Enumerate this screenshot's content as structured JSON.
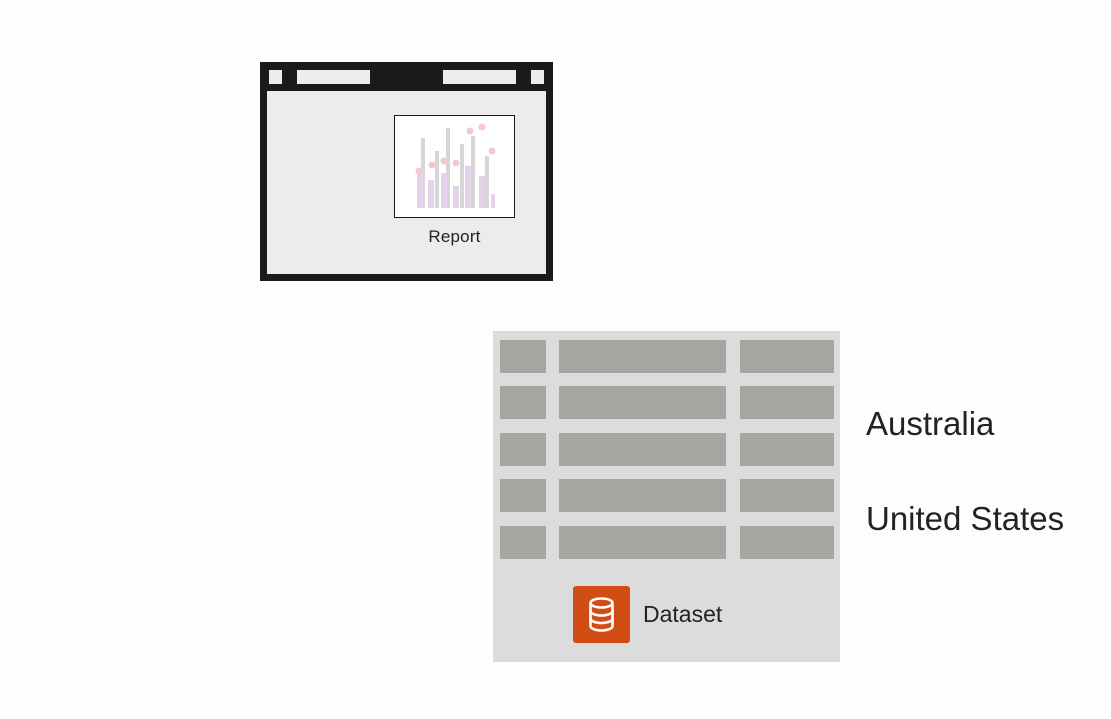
{
  "report": {
    "label": "Report"
  },
  "dataset": {
    "label": "Dataset",
    "icon": "database-icon",
    "rows": 5,
    "columns": 3
  },
  "countries": [
    "Australia",
    "United States"
  ],
  "colors": {
    "window_frame": "#1a1a1a",
    "window_body": "#ececec",
    "panel_background": "#dcdcdc",
    "data_cell": "#a6a59f",
    "dataset_icon": "#d24d14",
    "chart_bars": "#e4d2ea",
    "chart_gray_bars": "#d6d6d6",
    "chart_points": "#f6c7cf"
  }
}
